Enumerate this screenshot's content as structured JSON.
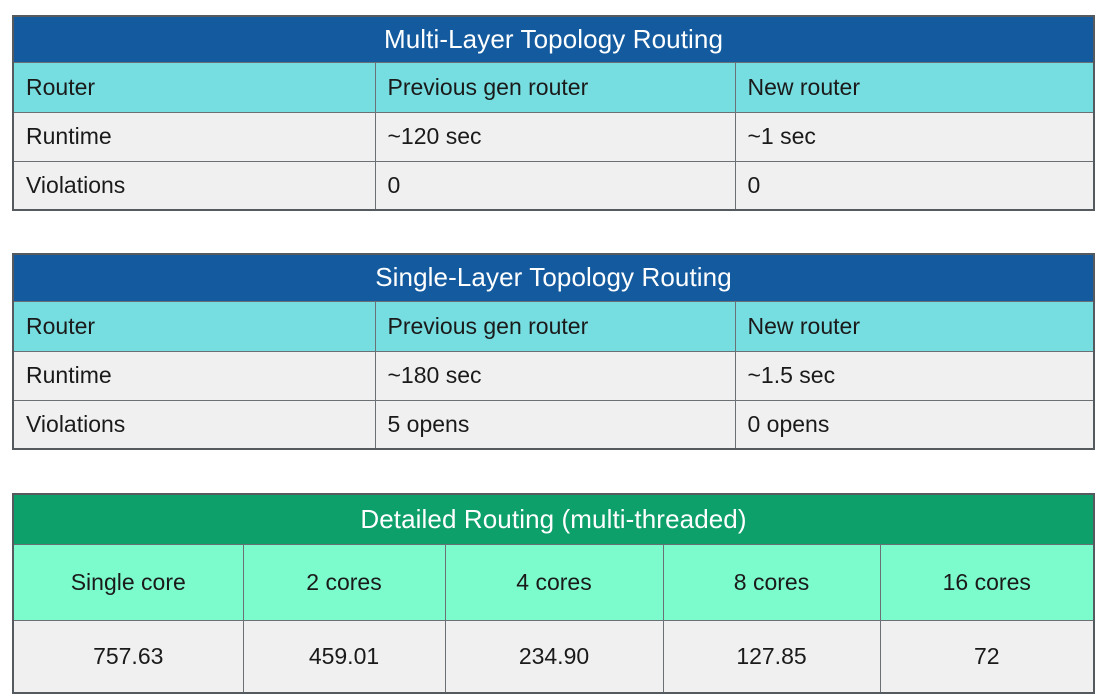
{
  "tables": [
    {
      "id": "multi-layer",
      "title": "Multi-Layer Topology Routing",
      "title_color": "#145a9e",
      "header_color": "#76dde0",
      "columns": [
        "Router",
        "Previous gen router",
        "New router"
      ],
      "rows": [
        {
          "label": "Runtime",
          "values": [
            "~120 sec",
            "~1 sec"
          ]
        },
        {
          "label": "Violations",
          "values": [
            "0",
            "0"
          ]
        }
      ]
    },
    {
      "id": "single-layer",
      "title": "Single-Layer Topology Routing",
      "title_color": "#145a9e",
      "header_color": "#76dde0",
      "columns": [
        "Router",
        "Previous gen router",
        "New router"
      ],
      "rows": [
        {
          "label": "Runtime",
          "values": [
            "~180 sec",
            "~1.5 sec"
          ]
        },
        {
          "label": "Violations",
          "values": [
            "5 opens",
            "0 opens"
          ]
        }
      ]
    },
    {
      "id": "detailed-routing",
      "title": "Detailed Routing (multi-threaded)",
      "title_color": "#0da06b",
      "header_color": "#7cfbcd",
      "columns": [
        "Single core",
        "2 cores",
        "4 cores",
        "8 cores",
        "16 cores"
      ],
      "values": [
        "757.63",
        "459.01",
        "234.90",
        "127.85",
        "72"
      ]
    }
  ],
  "colors": {
    "page_background": "#ffffff",
    "data_row": "#f0f0f0",
    "border": "#6b7075",
    "outer_border": "#555a5e",
    "title_text": "#ffffff",
    "body_text": "#1a1a1a"
  }
}
